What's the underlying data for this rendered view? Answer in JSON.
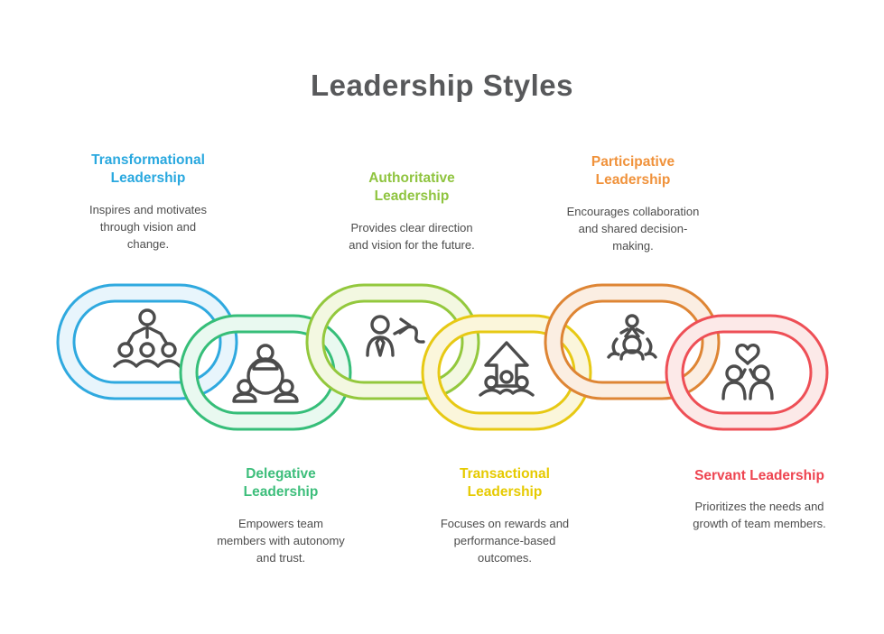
{
  "page": {
    "title": "Leadership Styles",
    "title_color": "#58595B",
    "text_color": "#4D4D4D",
    "background": "#FFFFFF",
    "icon_stroke_color": "#4C4C4C"
  },
  "styles": [
    {
      "name": "transformational",
      "title": "Transformational\nLeadership",
      "description": "Inspires and motivates\nthrough vision and\nchange.",
      "icon": "leader-over-team-icon",
      "label_position": "top",
      "color": {
        "stroke": "#2FA9DF",
        "fill": "#E8F5FC",
        "label": "#29A8DF"
      }
    },
    {
      "name": "delegative",
      "title": "Delegative\nLeadership",
      "description": "Empowers team\nmembers with autonomy\nand trust.",
      "icon": "delegation-network-icon",
      "label_position": "bottom",
      "color": {
        "stroke": "#36BE79",
        "fill": "#E9F9F0",
        "label": "#3DBE7B"
      }
    },
    {
      "name": "authoritative",
      "title": "Authoritative\nLeadership",
      "description": "Provides clear direction\nand vision for the future.",
      "icon": "person-direction-arrow-icon",
      "label_position": "top",
      "color": {
        "stroke": "#93C83D",
        "fill": "#F3F8E1",
        "label": "#8FC43F"
      }
    },
    {
      "name": "transactional",
      "title": "Transactional\nLeadership",
      "description": "Focuses on rewards and\nperformance-based\noutcomes.",
      "icon": "growth-arrow-team-icon",
      "label_position": "bottom",
      "color": {
        "stroke": "#E7C914",
        "fill": "#FBF6DB",
        "label": "#E6CA00"
      }
    },
    {
      "name": "participative",
      "title": "Participative\nLeadership",
      "description": "Encourages collaboration\nand shared decision-\nmaking.",
      "icon": "team-collaboration-icon",
      "label_position": "top",
      "color": {
        "stroke": "#DE8534",
        "fill": "#FBEEE2",
        "label": "#F0923B"
      }
    },
    {
      "name": "servant",
      "title": "Servant Leadership",
      "description": "Prioritizes the needs and\ngrowth of team members.",
      "icon": "people-heart-icon",
      "label_position": "bottom",
      "color": {
        "stroke": "#EE4F56",
        "fill": "#FCE9E8",
        "label": "#EE4450"
      }
    }
  ]
}
